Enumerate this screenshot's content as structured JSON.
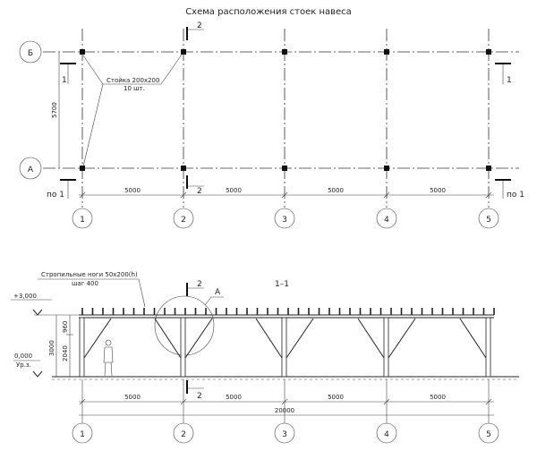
{
  "title": "Схема расположения стоек навеса",
  "plan": {
    "row_labels": [
      "Б",
      "А"
    ],
    "column_labels": [
      "1",
      "2",
      "3",
      "4",
      "5"
    ],
    "span_dims": [
      "5000",
      "5000",
      "5000",
      "5000"
    ],
    "depth_dim": "5700",
    "post_note": "Стойка 200х200",
    "post_count": "10 шт.",
    "section_1": "1",
    "section_1_ref": "по 1",
    "section_1_right_top": "1",
    "section_1_right_bottom": "по 1",
    "section_2": "2"
  },
  "section": {
    "title": "1–1",
    "rafter_note": "Стропильные ноги 50х200(h)",
    "rafter_step": "шаг 400",
    "elev_top": "+3,000",
    "elev_ground": "0,000",
    "elev_ground_sub": "Ур.з.",
    "height_total": "3000",
    "height_upper": "960",
    "height_lower": "2040",
    "detail_label": "А",
    "section_2": "2",
    "span_dims": [
      "5000",
      "5000",
      "5000",
      "5000"
    ],
    "total_dim": "20000",
    "column_labels": [
      "1",
      "2",
      "3",
      "4",
      "5"
    ]
  }
}
